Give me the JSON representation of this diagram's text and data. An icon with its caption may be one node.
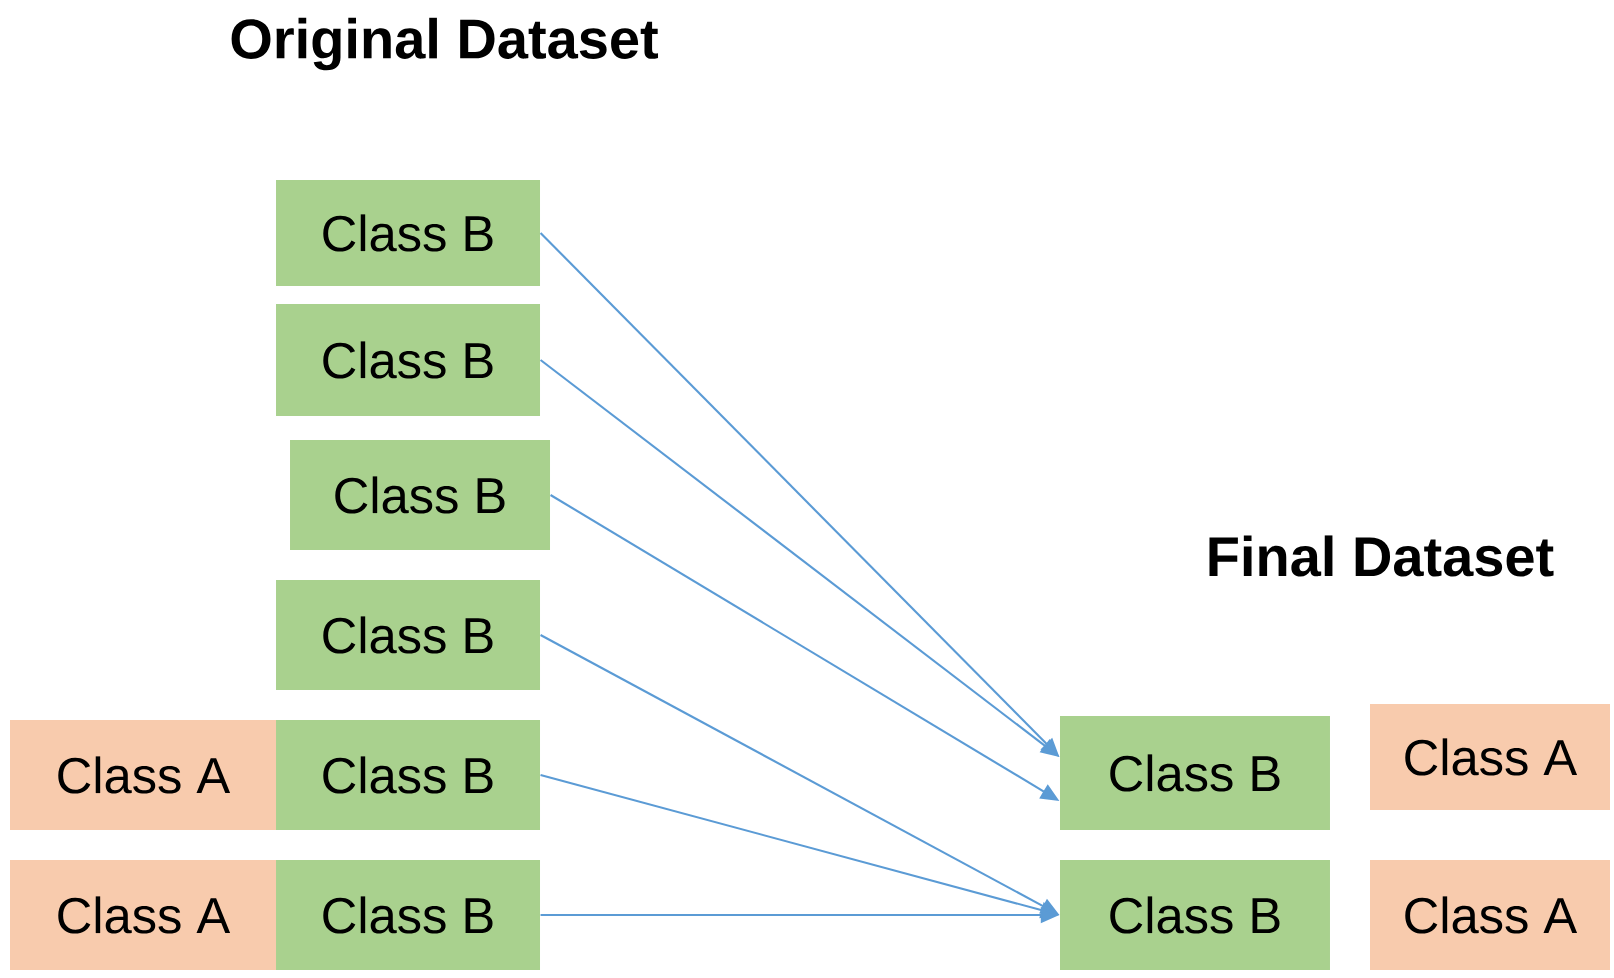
{
  "diagram": {
    "nodes": [
      {
        "text": [
          "Class B"
        ]
      },
      {
        "text": [
          "Class B"
        ]
      },
      {
        "text": [
          "Class B"
        ]
      },
      {
        "text": [
          "Class B"
        ]
      },
      {
        "text": [
          "Class A"
        ]
      },
      {
        "text": [
          "Class B"
        ]
      },
      {
        "text": [
          "Class A"
        ]
      },
      {
        "text": [
          "Class B"
        ]
      },
      {
        "text": [
          "Class B"
        ]
      },
      {
        "text": [
          "Class A"
        ]
      },
      {
        "text": [
          "Class B"
        ]
      },
      {
        "text": [
          "Class A"
        ]
      }
    ],
    "edges": [
      {
        "from": 0,
        "to": 8,
        "arrow": "to"
      },
      {
        "from": 1,
        "to": 8,
        "arrow": "to"
      },
      {
        "from": 2,
        "to": 8,
        "arrow": "to"
      },
      {
        "from": 3,
        "to": 10,
        "arrow": "to"
      },
      {
        "from": 5,
        "to": 10,
        "arrow": "to"
      },
      {
        "from": 7,
        "to": 10,
        "arrow": "to"
      }
    ],
    "labels": [
      "Original Dataset",
      "Final Dataset"
    ]
  }
}
